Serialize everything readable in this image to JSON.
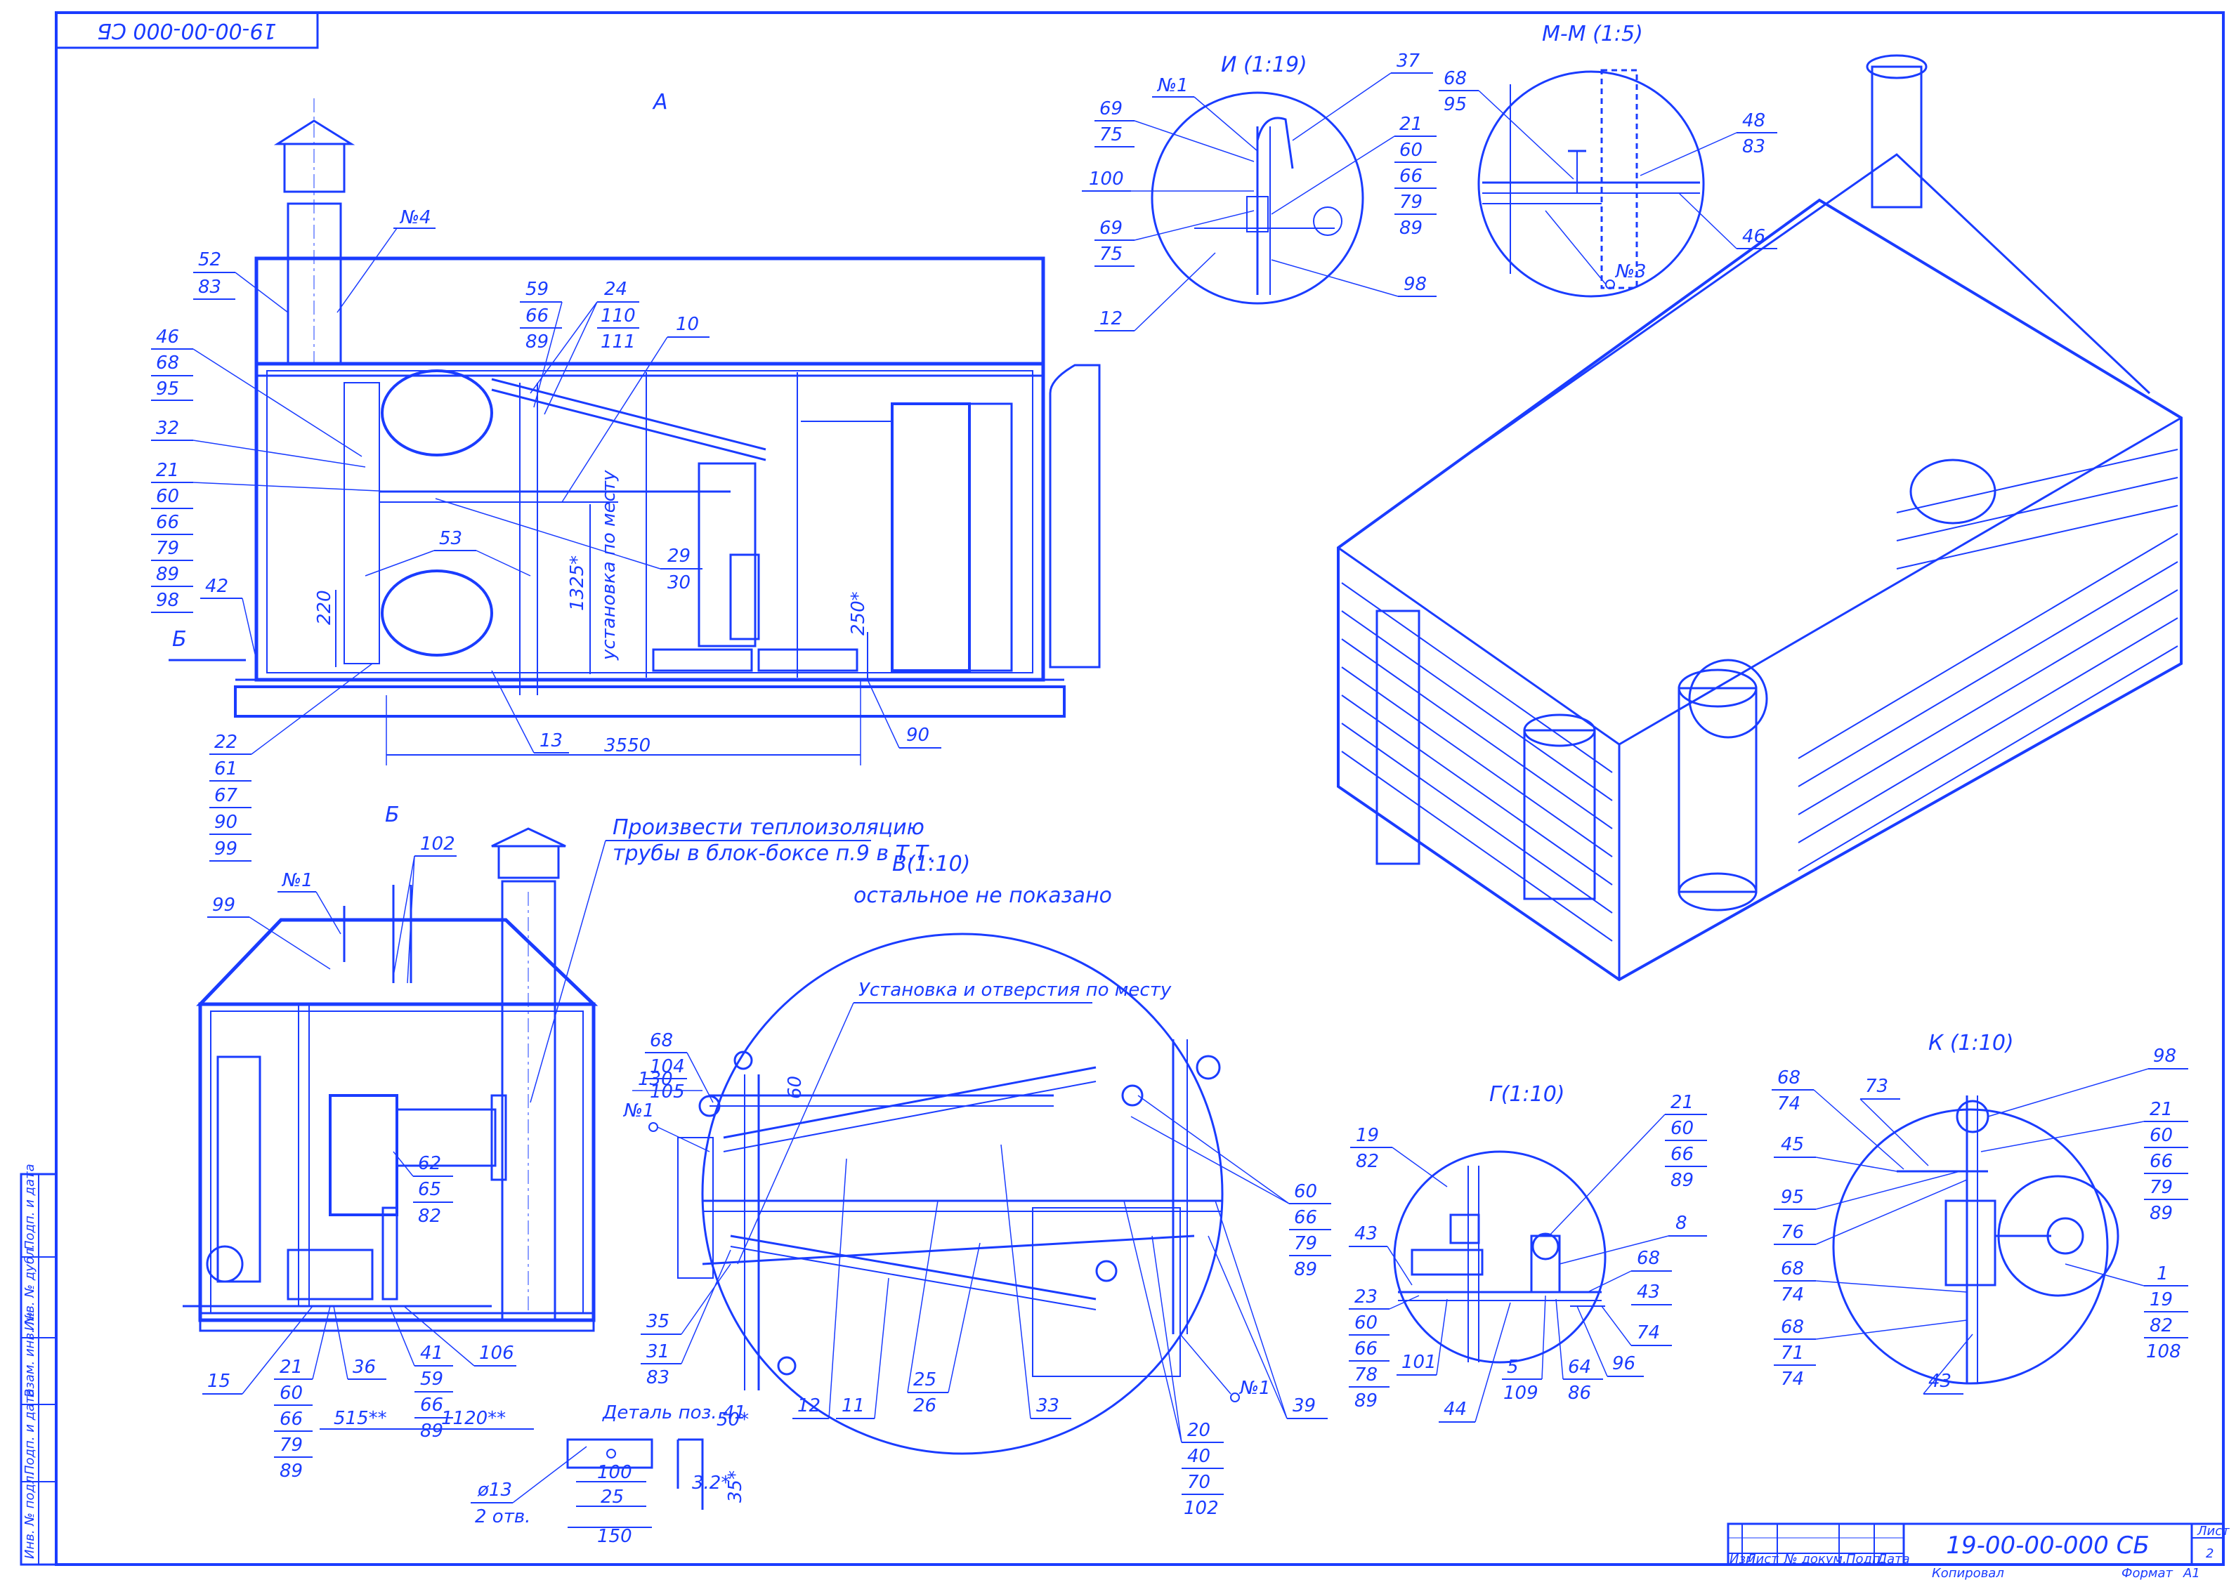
{
  "drawing": {
    "doc_code_top": "19-00-00-000 СБ",
    "doc_code_stamp": "19-00-00-000 СБ",
    "sheet_label": "Лист",
    "sheet_number": "2",
    "copied_label": "Копировал",
    "format_label": "Формат",
    "format_value": "А1",
    "stamp_headers": [
      "Изм",
      "Лист",
      "№ докум.",
      "Подп.",
      "Дата"
    ],
    "side_fields": [
      "Подп. и дата",
      "Инв. № дубл.",
      "Взам. инв. №",
      "Подп. и дата",
      "Инв. № подл."
    ]
  },
  "views": {
    "view_a": {
      "title": "А",
      "section_mark": "Б",
      "dims": {
        "d220": "220",
        "d1325": "1325*",
        "d_install": "установка по месту",
        "d250": "250*",
        "d3550": "3550"
      },
      "callouts": {
        "c52_83": [
          "52",
          "83"
        ],
        "c46": [
          "46",
          "68",
          "95"
        ],
        "c32": [
          "32"
        ],
        "c21": [
          "21",
          "60",
          "66",
          "79",
          "89",
          "98"
        ],
        "c42": [
          "42"
        ],
        "c22": [
          "22",
          "61",
          "67",
          "90",
          "99"
        ],
        "c13": [
          "13"
        ],
        "c53": [
          "53"
        ],
        "c29_30": [
          "29",
          "30"
        ],
        "c59": [
          "59",
          "66",
          "89"
        ],
        "c24": [
          "24",
          "110",
          "111"
        ],
        "c10": [
          "10"
        ],
        "c90": [
          "90"
        ],
        "n4": "№4"
      }
    },
    "view_b": {
      "title": "Б",
      "note_line1": "Произвести теплоизоляцию",
      "note_line2": "трубы в блок-боксе п.9 в Т.Т.",
      "n1": "№1",
      "dims": {
        "d515": "515**",
        "d1120": "1120**",
        "hole_dia": "ø13",
        "holes": "2 отв."
      },
      "callouts": {
        "c99": [
          "99"
        ],
        "c102": [
          "102"
        ],
        "c62": [
          "62",
          "65",
          "82"
        ],
        "c15": [
          "15"
        ],
        "c21": [
          "21",
          "60",
          "66",
          "79",
          "89"
        ],
        "c36": [
          "36"
        ],
        "c41": [
          "41",
          "59",
          "66",
          "89"
        ],
        "c106": [
          "106"
        ]
      }
    },
    "detail_41": {
      "title": "Деталь поз. 41",
      "dims": [
        "50*",
        "100",
        "25",
        "150",
        "3.2*",
        "35*"
      ]
    },
    "view_v": {
      "title": "В(1:10)",
      "subtitle": "остальное не показано",
      "note": "Установка и отверстия по месту",
      "dims": {
        "d130": "130",
        "d60": "60"
      },
      "n1_left": "№1",
      "n1_right": "№1",
      "callouts": {
        "c68": [
          "68",
          "104",
          "105"
        ],
        "c35": [
          "35"
        ],
        "c31": [
          "31",
          "83"
        ],
        "c12": [
          "12"
        ],
        "c11": [
          "11"
        ],
        "c25": [
          "25",
          "26"
        ],
        "c33": [
          "33"
        ],
        "c20": [
          "20",
          "40",
          "70",
          "102"
        ],
        "c39": [
          "39"
        ],
        "c60": [
          "60",
          "66",
          "79",
          "89"
        ]
      }
    },
    "view_i": {
      "title": "И (1:19)",
      "n1": "№1",
      "callouts": {
        "c69a": [
          "69",
          "75"
        ],
        "c100": [
          "100"
        ],
        "c69b": [
          "69",
          "75"
        ],
        "c12": [
          "12"
        ],
        "c37": [
          "37"
        ],
        "c21": [
          "21",
          "60",
          "66",
          "79",
          "89"
        ],
        "c98": [
          "98"
        ]
      }
    },
    "view_m": {
      "title": "М-М (1:5)",
      "n3": "№3",
      "callouts": {
        "c68": [
          "68",
          "95"
        ],
        "c48": [
          "48",
          "83"
        ],
        "c46": [
          "46"
        ]
      }
    },
    "view_g": {
      "title": "Г(1:10)",
      "callouts": {
        "c19": [
          "19",
          "82"
        ],
        "c43a": [
          "43"
        ],
        "c23": [
          "23",
          "60",
          "66",
          "78",
          "89"
        ],
        "c101": [
          "101"
        ],
        "c44": [
          "44"
        ],
        "c5": [
          "5",
          "109"
        ],
        "c64": [
          "64",
          "86"
        ],
        "c96": [
          "96"
        ],
        "c21": [
          "21",
          "60",
          "66",
          "89"
        ],
        "c8": [
          "8"
        ],
        "c68": [
          "68"
        ],
        "c43b": [
          "43"
        ],
        "c74": [
          "74"
        ]
      }
    },
    "view_k": {
      "title": "К (1:10)",
      "callouts": {
        "c68a": [
          "68",
          "74"
        ],
        "c73": [
          "73"
        ],
        "c45": [
          "45"
        ],
        "c95": [
          "95"
        ],
        "c76": [
          "76"
        ],
        "c68b": [
          "68",
          "74"
        ],
        "c68c": [
          "68",
          "71",
          "74"
        ],
        "c43": [
          "43"
        ],
        "c98": [
          "98"
        ],
        "c21": [
          "21",
          "60",
          "66",
          "79",
          "89"
        ],
        "c1": [
          "1",
          "19",
          "82",
          "108"
        ]
      }
    }
  }
}
